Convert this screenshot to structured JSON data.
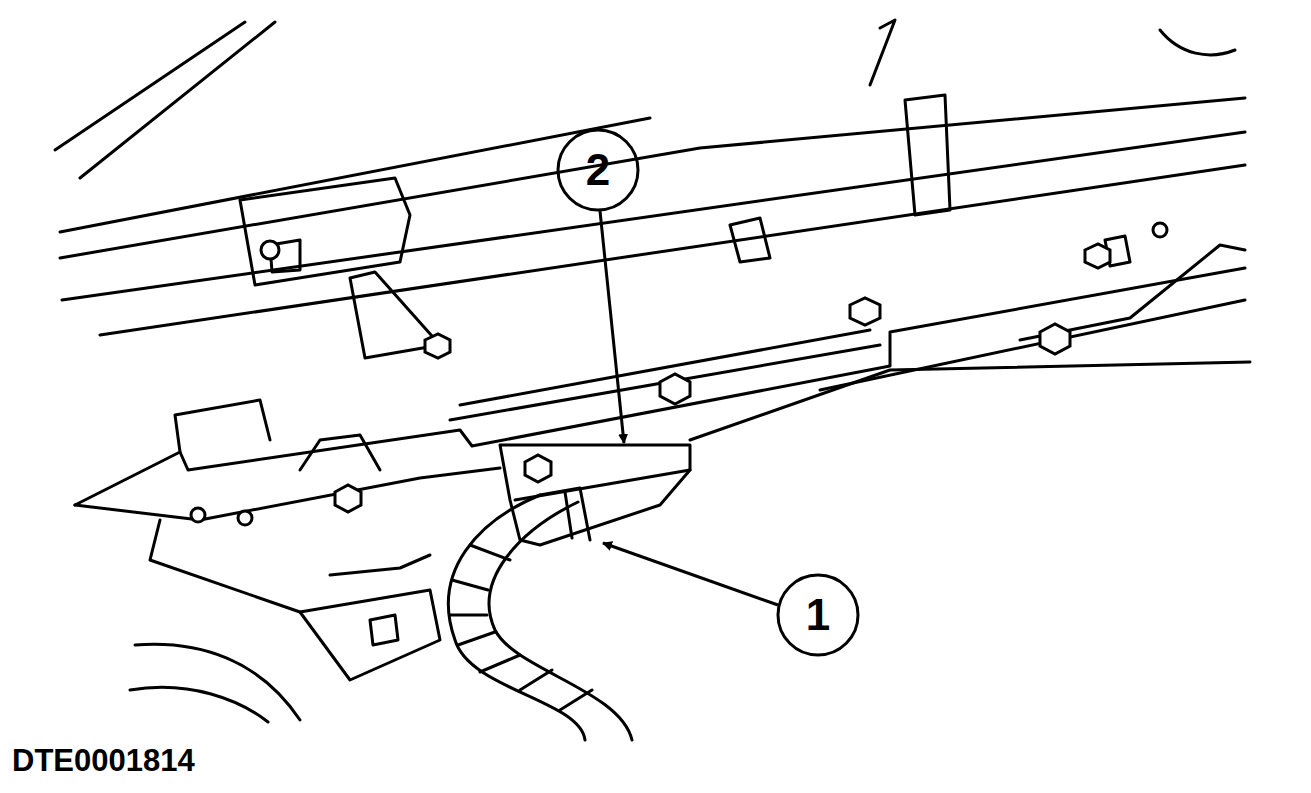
{
  "diagram": {
    "labels": [
      "2",
      "1",
      "DTE0001814"
    ]
  }
}
